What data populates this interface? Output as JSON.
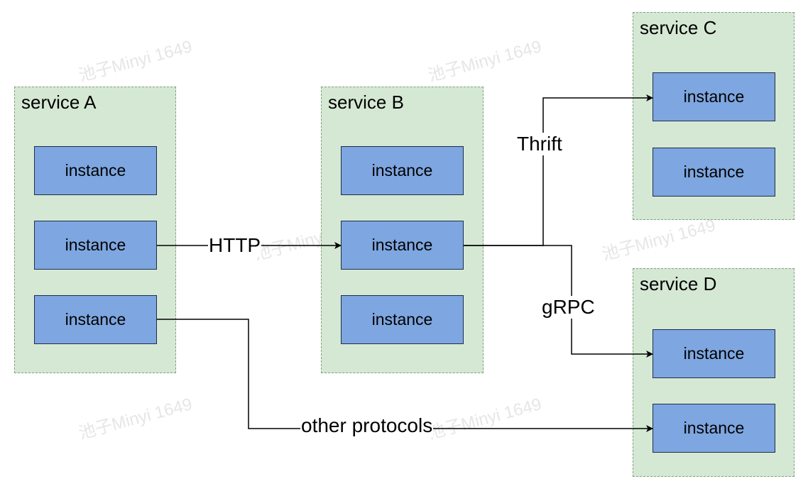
{
  "services": {
    "a": {
      "title": "service A",
      "instances": [
        "instance",
        "instance",
        "instance"
      ]
    },
    "b": {
      "title": "service B",
      "instances": [
        "instance",
        "instance",
        "instance"
      ]
    },
    "c": {
      "title": "service C",
      "instances": [
        "instance",
        "instance"
      ]
    },
    "d": {
      "title": "service D",
      "instances": [
        "instance",
        "instance"
      ]
    }
  },
  "edges": {
    "http": "HTTP",
    "thrift": "Thrift",
    "grpc": "gRPC",
    "other": "other protocols"
  },
  "watermark": "池子Minyi 1649",
  "colors": {
    "service_fill": "#d5e8d4",
    "service_border": "#82a07e",
    "instance_fill": "#7ea6e0",
    "instance_border": "#1f2d4a"
  }
}
